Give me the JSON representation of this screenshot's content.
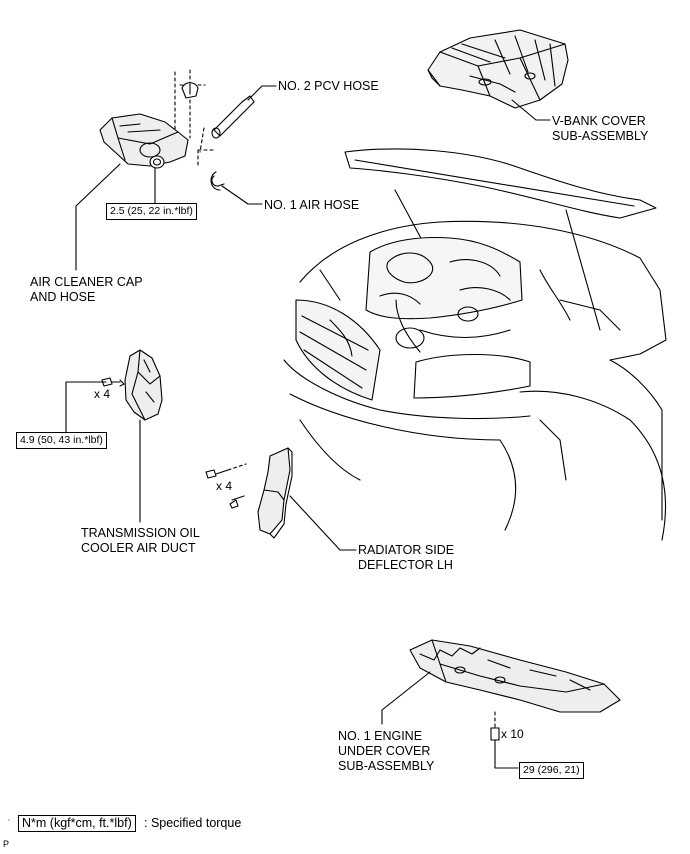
{
  "labels": {
    "pcv_hose": "NO. 2 PCV HOSE",
    "vbank_1": "V-BANK COVER",
    "vbank_2": "SUB-ASSEMBLY",
    "air_hose": "NO. 1 AIR HOSE",
    "air_cleaner_1": "AIR CLEANER CAP",
    "air_cleaner_2": "AND HOSE",
    "trans_1": "TRANSMISSION OIL",
    "trans_2": "COOLER AIR DUCT",
    "radiator_1": "RADIATOR SIDE",
    "radiator_2": "DEFLECTOR LH",
    "under_1": "NO. 1 ENGINE",
    "under_2": "UNDER COVER",
    "under_3": "SUB-ASSEMBLY"
  },
  "torques": {
    "air_cleaner": "2.5 (25, 22 in.*lbf)",
    "trans_duct": "4.9 (50, 43 in.*lbf)",
    "under_cover": "29 (296, 21)"
  },
  "quantities": {
    "trans_duct": "x 4",
    "radiator": "x 4",
    "under_cover": "x 10"
  },
  "legend": {
    "unit": "N*m (kgf*cm, ft.*lbf)",
    "desc": ": Specified torque"
  },
  "corner_mark": "P"
}
